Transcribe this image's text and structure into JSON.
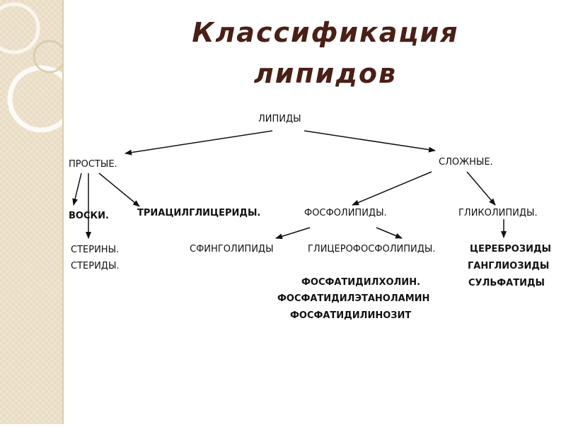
{
  "slide": {
    "title_line1": "Классификация",
    "title_line2": "липидов",
    "title_color": "#4a1f16",
    "panel_color": "#efe4cf"
  },
  "diagram": {
    "nodes": {
      "root": "ЛИПИДЫ",
      "simple": "ПРОСТЫЕ.",
      "complex": "СЛОЖНЫЕ.",
      "waxes": "ВОСКИ.",
      "triacylglycerides": "ТРИАЦИЛГЛИЦЕРИДЫ.",
      "sterins": "СТЕРИНЫ.",
      "sterides": "СТЕРИДЫ.",
      "phospholipids": "ФОСФОЛИПИДЫ.",
      "glycolipids": "ГЛИКОЛИПИДЫ.",
      "sphingolipids": "СФИНГОЛИПИДЫ",
      "glycerophospholipids": "ГЛИЦЕРОФОСФОЛИПИДЫ.",
      "phosphatidylcholine": "ФОСФАТИДИЛХОЛИН.",
      "phosphatidylethanolamine": "ФОСФАТИДИЛЭТАНОЛАМИН",
      "phosphatidylinositol": "ФОСФАТИДИЛИНОЗИТ",
      "cerebrosides": "ЦЕРЕБРОЗИДЫ",
      "gangliosides": "ГАНГЛИОЗИДЫ",
      "sulfatides": "СУЛЬФАТИДЫ"
    }
  }
}
